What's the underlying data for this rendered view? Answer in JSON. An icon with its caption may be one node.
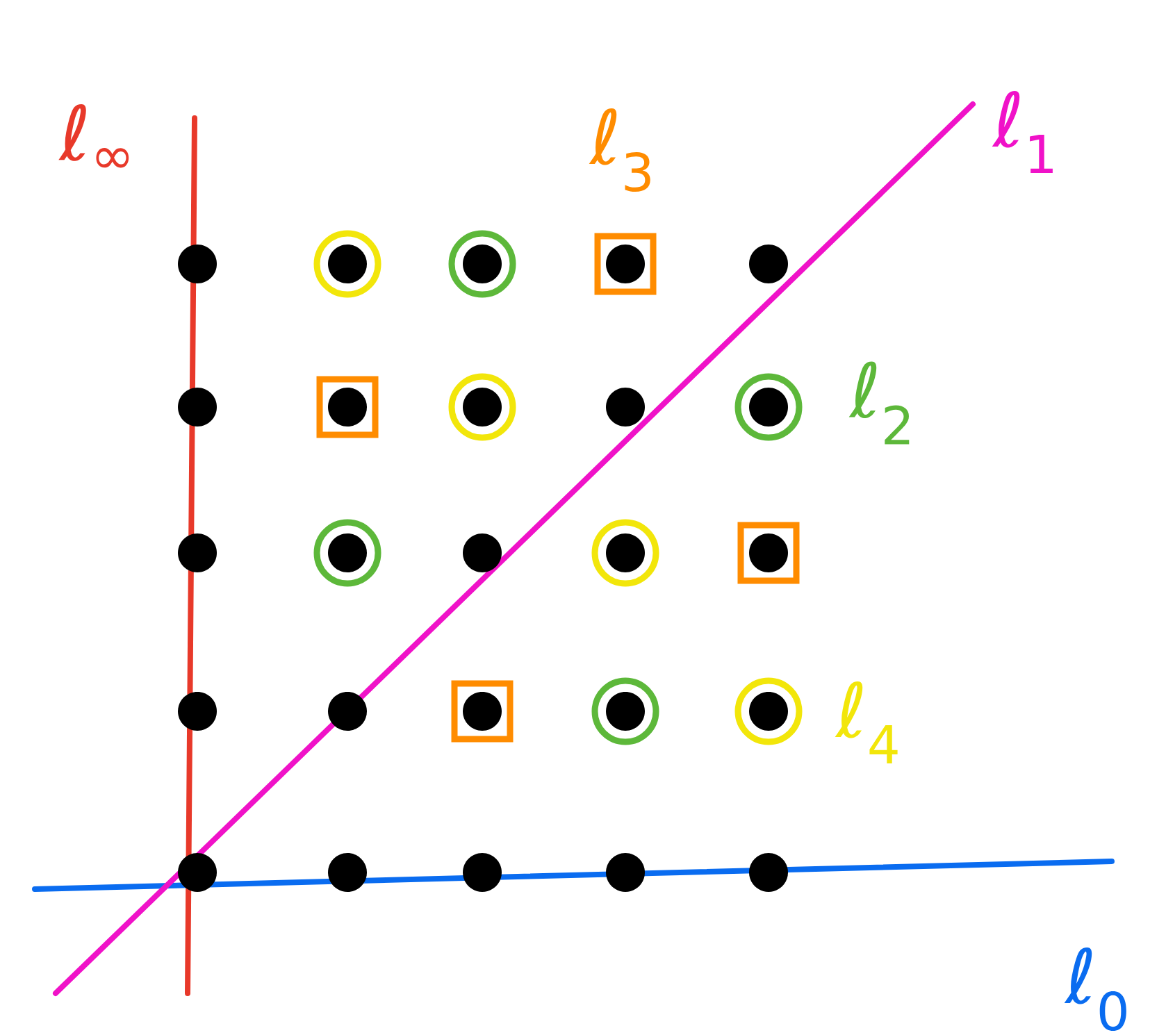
{
  "diagram": {
    "labels": [
      "ℓ$_{∞}$",
      "ℓ$_{3}$",
      "ℓ$_{1}$",
      "ℓ$_{2}$",
      "ℓ$_{4}$",
      "ℓ$_{0}$"
    ]
  }
}
